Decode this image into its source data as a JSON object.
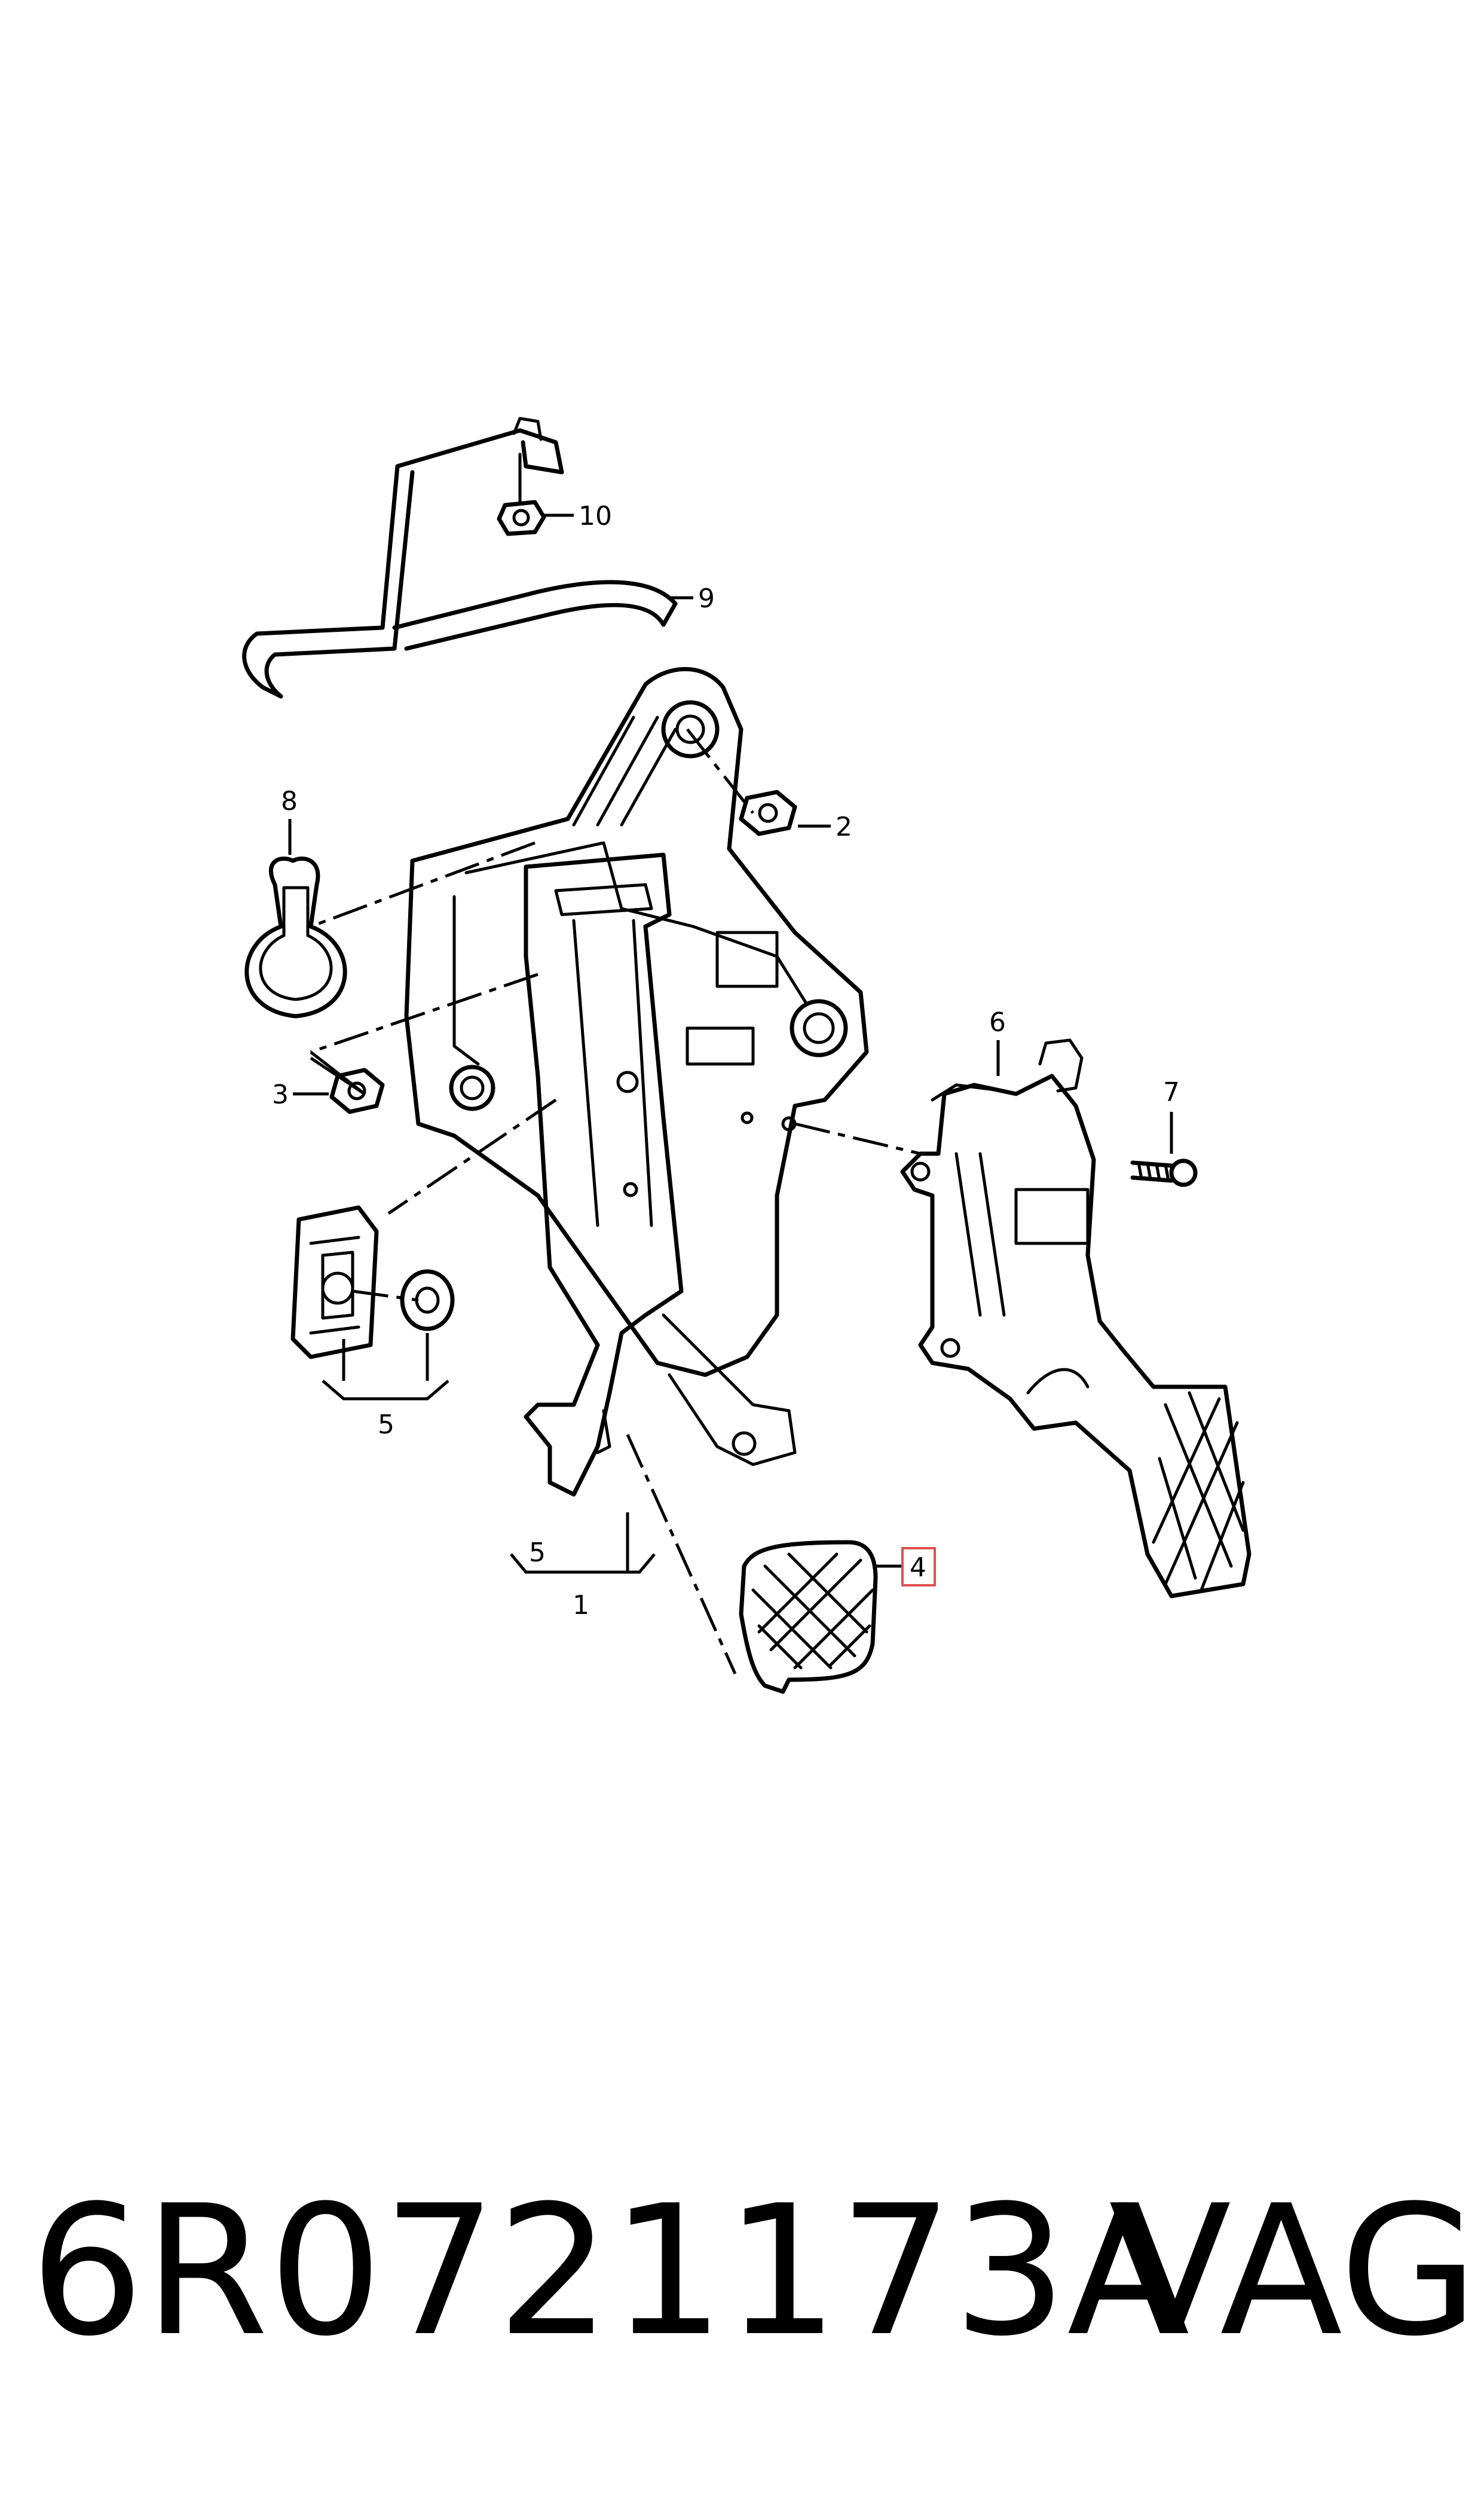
{
  "callouts": {
    "c1": "1",
    "c2": "2",
    "c3": "3",
    "c4": "4",
    "c5a": "5",
    "c5b": "5",
    "c6": "6",
    "c7": "7",
    "c8": "8",
    "c9": "9",
    "c10": "10"
  },
  "highlighted_callout": "4",
  "colors": {
    "line": "#000000",
    "highlight": "#e05050",
    "background": "#ffffff"
  },
  "footer": {
    "part_number": "6R0721173A",
    "brand": "VAG"
  }
}
